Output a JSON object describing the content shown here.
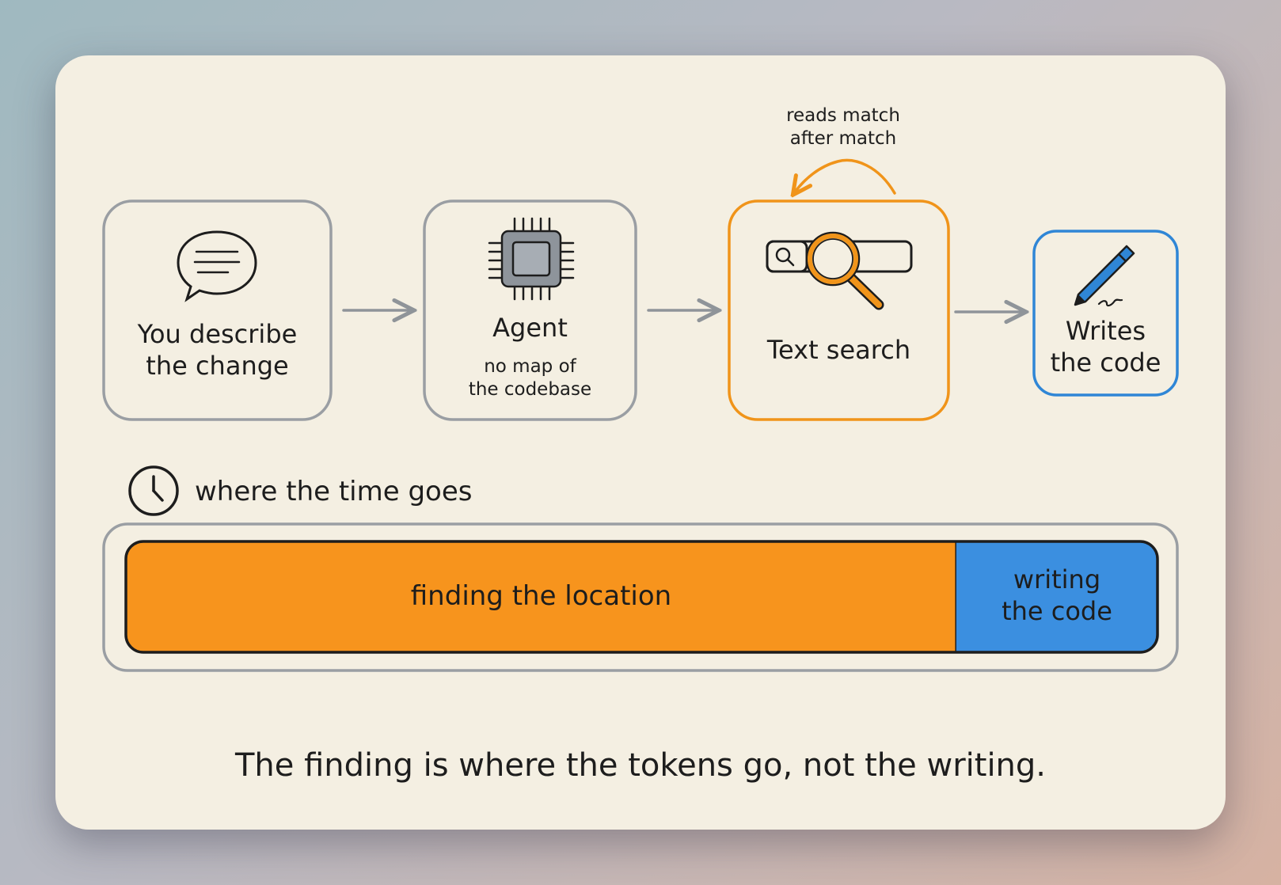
{
  "diagram": {
    "steps": [
      {
        "label_line1": "You describe",
        "label_line2": "the change",
        "icon": "speech-bubble-icon",
        "color": "#9a9ea3"
      },
      {
        "label": "Agent",
        "sub_line1": "no map of",
        "sub_line2": "the codebase",
        "icon": "chip-icon",
        "color": "#9a9ea3"
      },
      {
        "label": "Text search",
        "icon": "magnifier-icon",
        "color": "#f0941a",
        "loop_note_line1": "reads match",
        "loop_note_line2": "after match"
      },
      {
        "label_line1": "Writes",
        "label_line2": "the code",
        "icon": "pencil-icon",
        "color": "#2f86d6"
      }
    ],
    "time": {
      "label": "where the time goes",
      "icon": "clock-icon",
      "segments": [
        {
          "label": "finding the location",
          "share": 0.805,
          "color": "#f7941d"
        },
        {
          "label_line1": "writing",
          "label_line2": "the code",
          "share": 0.195,
          "color": "#3b8fe0"
        }
      ]
    },
    "caption": "The finding is where the tokens go, not the writing."
  }
}
